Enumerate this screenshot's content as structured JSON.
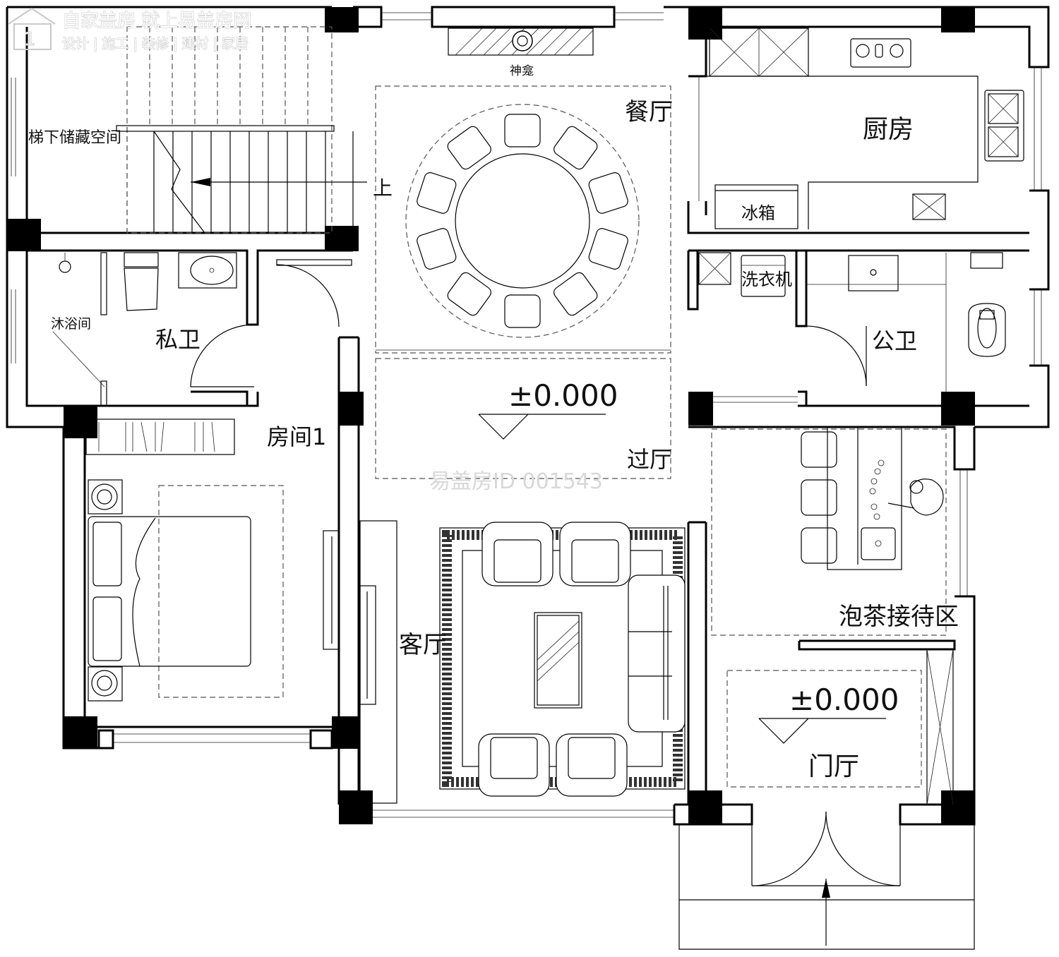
{
  "watermark": {
    "brand_line": "自家盖房 就上易盖房网",
    "sub_line": "设计 | 施工 | 装修 | 建材 | 家居",
    "id_text": "易盖房ID 001543"
  },
  "rooms": {
    "stair_storage": "梯下储藏空间",
    "stair_up": "上",
    "shrine": "神龛",
    "dining": "餐厅",
    "kitchen": "厨房",
    "fridge": "冰箱",
    "washer": "洗衣机",
    "public_bath": "公卫",
    "shower": "沐浴间",
    "private_bath": "私卫",
    "room1": "房间1",
    "hall": "过厅",
    "living": "客厅",
    "tea_area": "泡茶接待区",
    "foyer": "门厅"
  },
  "levels": {
    "hall_level": "±0.000",
    "foyer_level": "±0.000"
  }
}
